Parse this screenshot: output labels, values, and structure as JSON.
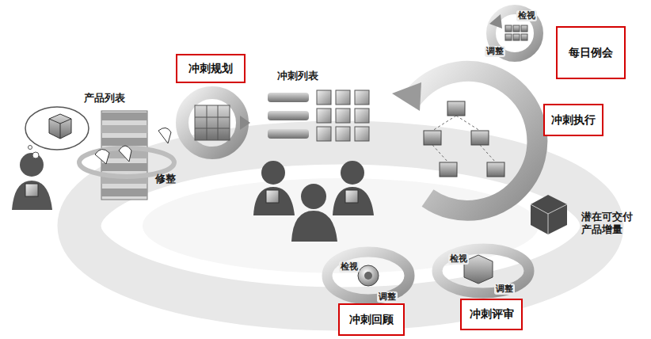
{
  "diagram": {
    "nodes": [
      {
        "text": [
          "每日例会"
        ]
      },
      {
        "text": [
          "冲刺规划"
        ]
      },
      {
        "text": [
          "冲刺执行"
        ]
      },
      {
        "text": [
          "冲刺评审"
        ]
      },
      {
        "text": [
          "冲刺回顾"
        ]
      }
    ],
    "labels": [
      "产品列表",
      "修整",
      "冲刺列表",
      "潜在可交付 产品增量",
      "检视",
      "调整",
      "检视",
      "调整",
      "检视",
      "调整"
    ]
  }
}
